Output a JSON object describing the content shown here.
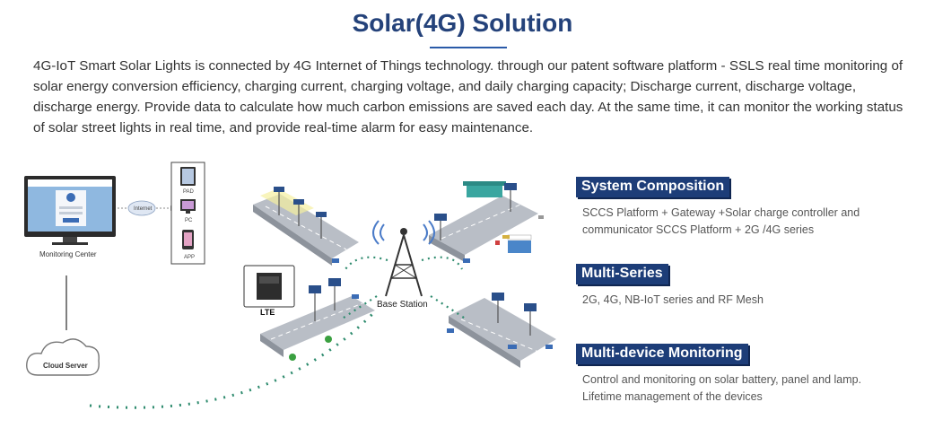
{
  "header": {
    "title": "Solar(4G) Solution"
  },
  "intro": {
    "text": "4G-IoT Smart Solar Lights is connected by 4G Internet of Things technology. through our patent software platform - SSLS real time monitoring of solar energy conversion efficiency, charging current, charging voltage, and daily charging capacity; Discharge current, discharge voltage, discharge energy. Provide data to calculate how much carbon emissions are saved each day. At the same time, it can monitor the working status of solar street lights in real time, and provide real-time alarm for easy maintenance."
  },
  "diagram": {
    "monitoring_center": "Monitoring Center",
    "internet": "Internet",
    "devices": [
      "PAD",
      "PC",
      "APP"
    ],
    "cloud_server": "Cloud Server",
    "base_station": "Base Station",
    "lte": "LTE"
  },
  "sections": [
    {
      "title": "System Composition",
      "lines": [
        "SCCS Platform + Gateway +Solar charge controller and",
        "communicator SCCS Platform + 2G /4G series"
      ]
    },
    {
      "title": "Multi-Series",
      "lines": [
        "2G, 4G, NB-IoT series and RF Mesh"
      ]
    },
    {
      "title": "Multi-device Monitoring",
      "lines": [
        "Control and monitoring on solar battery, panel and lamp.",
        "Lifetime management of the devices"
      ]
    }
  ],
  "colors": {
    "title": "#24427a",
    "badge": "#1d3d78",
    "signal": "#2e8b6e",
    "road": "#b9bec6"
  }
}
